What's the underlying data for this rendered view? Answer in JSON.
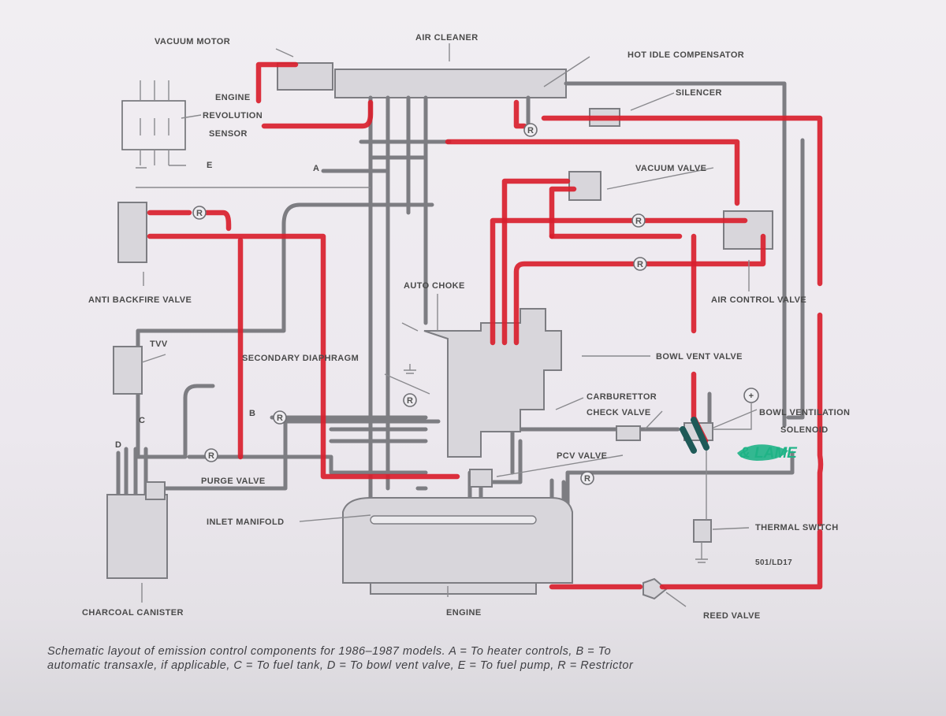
{
  "labels": {
    "vacuum_motor": "VACUUM MOTOR",
    "air_cleaner": "AIR CLEANER",
    "hot_idle": "HOT IDLE COMPENSATOR",
    "silencer": "SILENCER",
    "engine_rev_1": "ENGINE",
    "engine_rev_2": "REVOLUTION",
    "engine_rev_3": "SENSOR",
    "e": "E",
    "a": "A",
    "vacuum_valve": "VACUUM VALVE",
    "anti_backfire": "ANTI BACKFIRE VALVE",
    "auto_choke": "AUTO CHOKE",
    "air_control": "AIR CONTROL VALVE",
    "tvv": "TVV",
    "secondary_diaphragm": "SECONDARY DIAPHRAGM",
    "bowl_vent": "BOWL VENT VALVE",
    "carburettor": "CARBURETTOR",
    "check_valve": "CHECK VALVE",
    "b": "B",
    "c": "C",
    "d": "D",
    "bowl_ventilation": "BOWL VENTILATION",
    "solenoid": "SOLENOID",
    "pcv_valve": "PCV VALVE",
    "purge_valve": "PURGE VALVE",
    "inlet_manifold": "INLET MANIFOLD",
    "thermal_switch": "THERMAL SWITCH",
    "code": "501/LD17",
    "charcoal_canister": "CHARCOAL CANISTER",
    "engine": "ENGINE",
    "reed_valve": "REED VALVE",
    "restrictor": "R",
    "plus": "+",
    "handwritten": "& LAME"
  },
  "caption": {
    "line1": "Schematic layout of emission control components for 1986–1987 models. A = To heater controls, B = To",
    "line2": "automatic transaxle, if applicable, C = To fuel tank, D = To bowl vent valve, E = To fuel pump, R = Restrictor"
  },
  "colors": {
    "red_marker": "#d9202e",
    "green_marker": "#1fb386",
    "hose_grey": "#7d7d82"
  }
}
